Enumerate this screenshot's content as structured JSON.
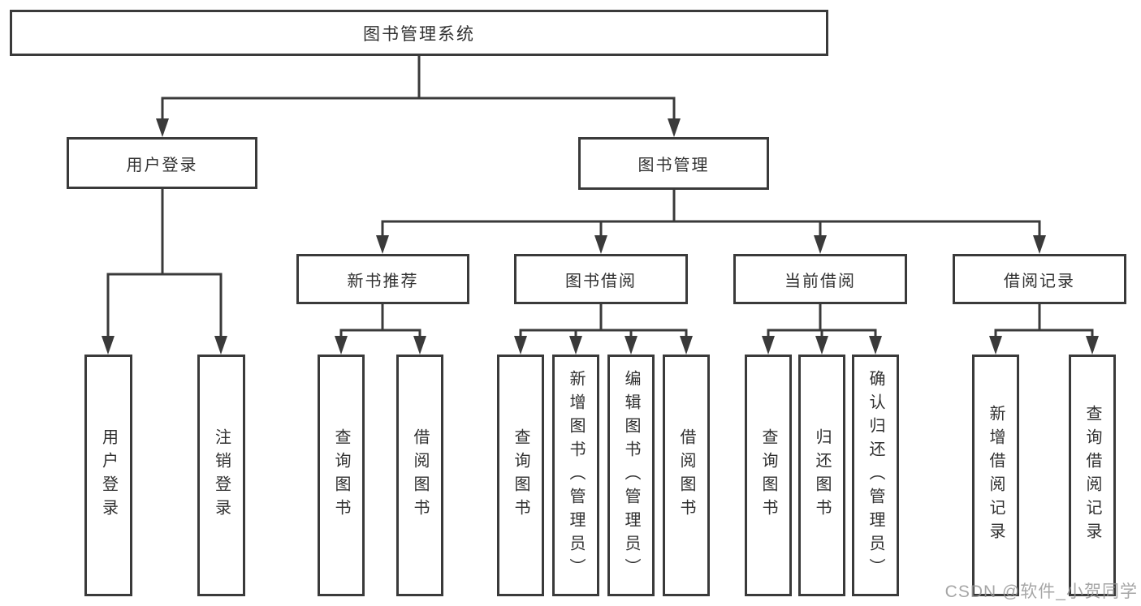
{
  "tree": {
    "root": "图书管理系统",
    "children": [
      {
        "label": "用户登录",
        "children": [
          {
            "label": "用户登录"
          },
          {
            "label": "注销登录"
          }
        ]
      },
      {
        "label": "图书管理",
        "children": [
          {
            "label": "新书推荐",
            "children": [
              {
                "label": "查询图书"
              },
              {
                "label": "借阅图书"
              }
            ]
          },
          {
            "label": "图书借阅",
            "children": [
              {
                "label": "查询图书"
              },
              {
                "label": "新增图书（管理员）"
              },
              {
                "label": "编辑图书（管理员）"
              },
              {
                "label": "借阅图书"
              }
            ]
          },
          {
            "label": "当前借阅",
            "children": [
              {
                "label": "查询图书"
              },
              {
                "label": "归还图书"
              },
              {
                "label": "确认归还（管理员）"
              }
            ]
          },
          {
            "label": "借阅记录",
            "children": [
              {
                "label": "新增借阅记录"
              },
              {
                "label": "查询借阅记录"
              }
            ]
          }
        ]
      }
    ]
  },
  "watermark": {
    "text": "CSDN @软件_小贺同学"
  },
  "colors": {
    "line": "#3a3a3a",
    "text": "#303030",
    "background": "#ffffff",
    "watermark": "#969696"
  }
}
